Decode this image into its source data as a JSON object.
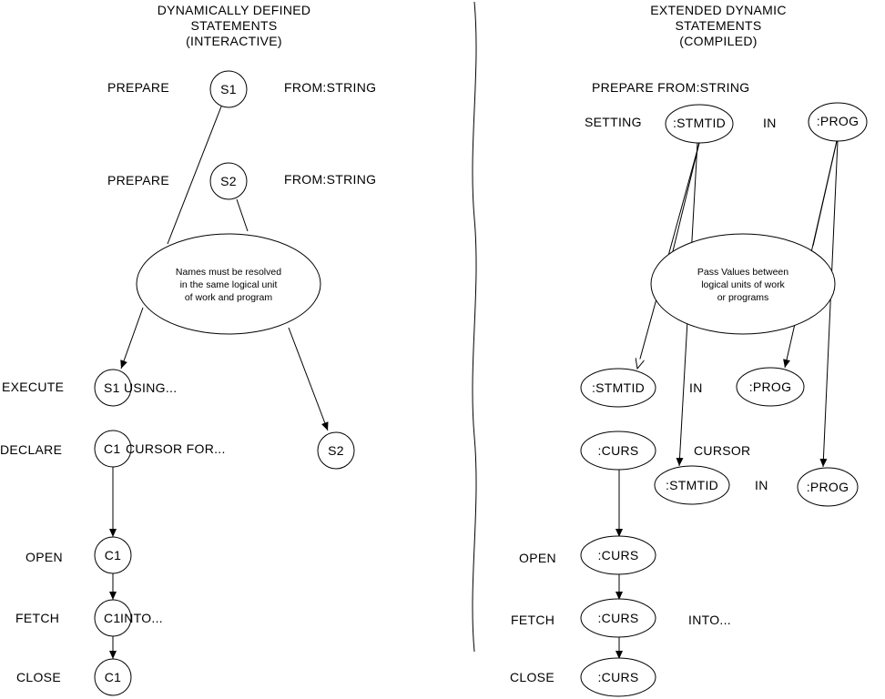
{
  "left": {
    "title": [
      "DYNAMICALLY DEFINED",
      "STATEMENTS",
      "(INTERACTIVE)"
    ],
    "prepare1": {
      "keyword": "PREPARE",
      "node": "S1",
      "clause": "FROM:STRING"
    },
    "prepare2": {
      "keyword": "PREPARE",
      "node": "S2",
      "clause": "FROM:STRING"
    },
    "note": [
      "Names must be resolved",
      "in the same logical unit",
      "of work and program"
    ],
    "execute": {
      "keyword": "EXECUTE",
      "node": "S1",
      "clause": "USING..."
    },
    "declare": {
      "keyword": "DECLARE",
      "node": "C1",
      "clause": "CURSOR FOR..."
    },
    "s2_target": "S2",
    "open": {
      "keyword": "OPEN",
      "node": "C1"
    },
    "fetch": {
      "keyword": "FETCH",
      "node": "C1",
      "clause": "INTO..."
    },
    "close": {
      "keyword": "CLOSE",
      "node": "C1"
    }
  },
  "right": {
    "title": [
      "EXTENDED DYNAMIC",
      "STATEMENTS",
      "(COMPILED)"
    ],
    "prepare": "PREPARE FROM:STRING",
    "setting": {
      "keyword": "SETTING",
      "stmtid": ":STMTID",
      "in": "IN",
      "prog": ":PROG"
    },
    "note": [
      "Pass Values between",
      "logical units of work",
      "or programs"
    ],
    "execute_row": {
      "stmtid": ":STMTID",
      "in": "IN",
      "prog": ":PROG"
    },
    "declare_row": {
      "curs": ":CURS",
      "keyword": "CURSOR"
    },
    "cursor_row": {
      "stmtid": ":STMTID",
      "in": "IN",
      "prog": ":PROG"
    },
    "open": {
      "keyword": "OPEN",
      "node": ":CURS"
    },
    "fetch": {
      "keyword": "FETCH",
      "node": ":CURS",
      "clause": "INTO..."
    },
    "close": {
      "keyword": "CLOSE",
      "node": ":CURS"
    }
  }
}
